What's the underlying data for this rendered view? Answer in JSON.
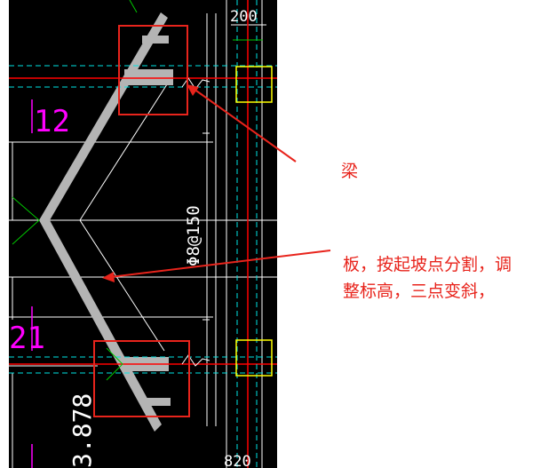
{
  "drawing": {
    "dim_top": "200",
    "dim_bottom": "820",
    "rebar_note": "Φ8@150",
    "elevation": "3.878",
    "axis_top": "12",
    "axis_bottom": "21",
    "colors": {
      "background": "#000000",
      "slab_fill": "#b4b4b4",
      "grid": "#ffffff",
      "axis": "#ff0000",
      "cyan": "#00e5e5",
      "yellow": "#ffff00",
      "green": "#00c800",
      "magenta": "#ff00ff",
      "highlight": "#e8241c"
    }
  },
  "annotations": {
    "beam_label": "梁",
    "slab_label_line1": "板，按起坡点分割，调",
    "slab_label_line2": "整标高，三点变斜，"
  }
}
